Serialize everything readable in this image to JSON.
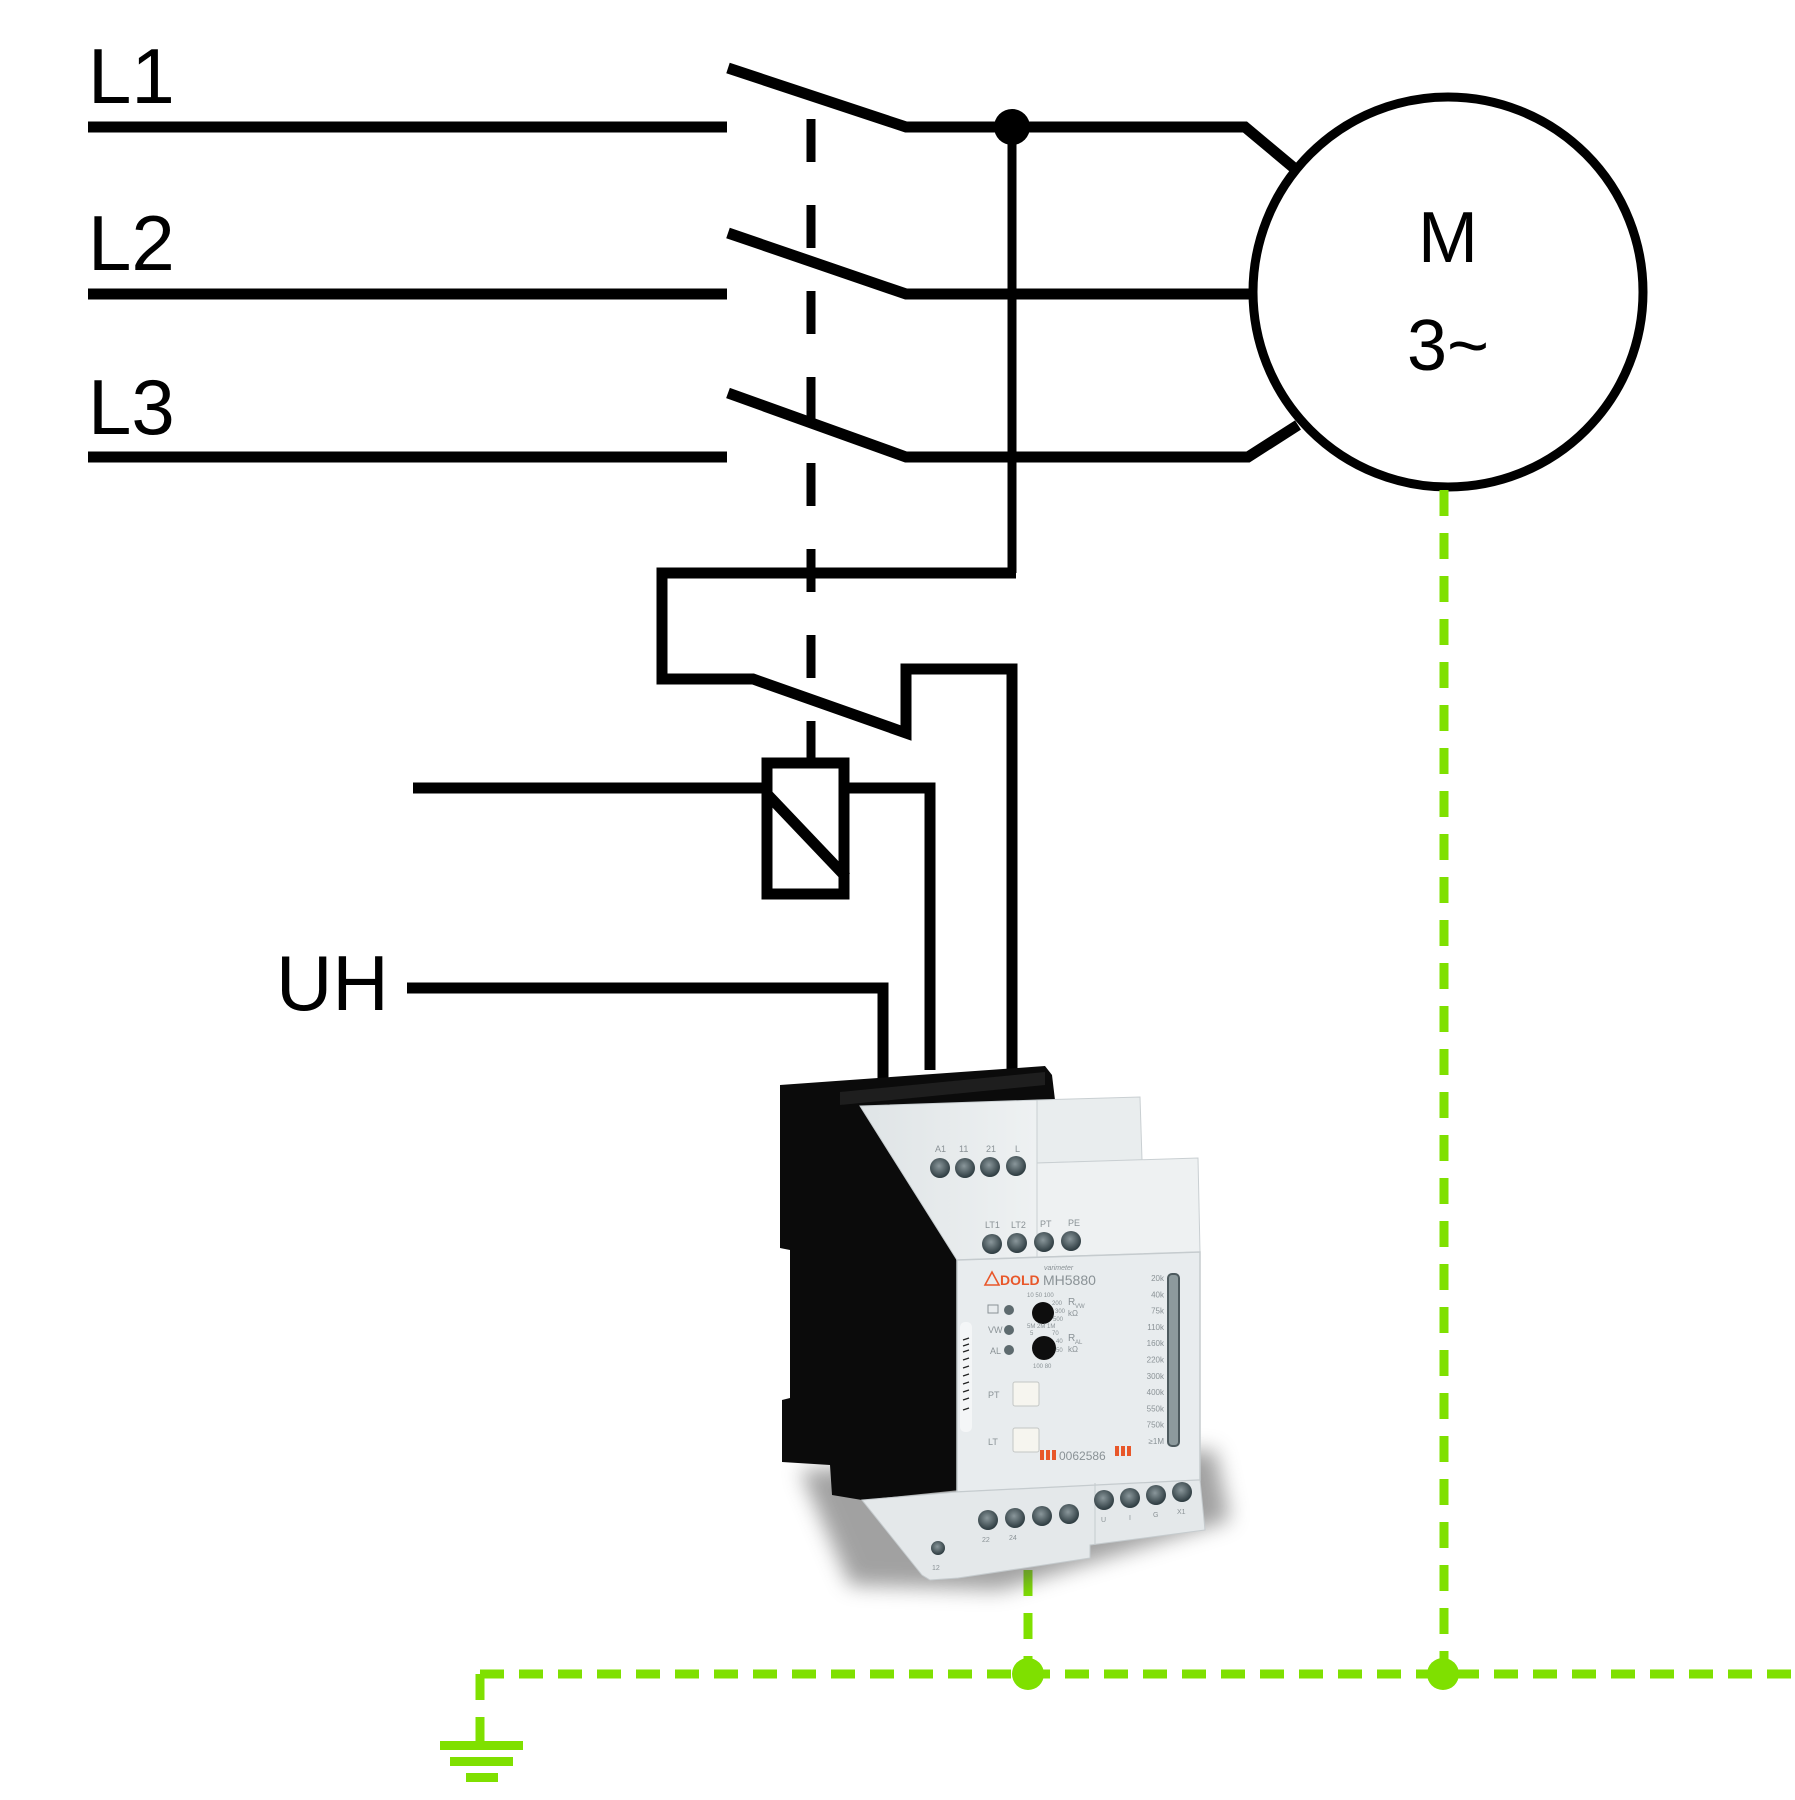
{
  "diagram": {
    "title": "Insulation monitoring circuit for 3-phase motor",
    "phase_labels": [
      "L1",
      "L2",
      "L3"
    ],
    "auxiliary_supply_label": "UH",
    "motor": {
      "label_top": "M",
      "label_bottom": "3~"
    },
    "colors": {
      "wire": "#000000",
      "protective_earth": "#7fe000",
      "brand_orange": "#e8572a",
      "device_body": "#e6eaec",
      "device_rail": "#0b0b0b"
    }
  },
  "device": {
    "brand": "DOLD",
    "series": "varimeter",
    "model": "MH5880",
    "serial": "0062586",
    "top_terminals_row1": [
      "A1",
      "11",
      "21",
      "L"
    ],
    "top_terminals_row2": [
      "LT1",
      "LT2",
      "PT",
      "PE"
    ],
    "bottom_terminals_left": [
      "12",
      "22",
      "24",
      "",
      ""
    ],
    "bottom_terminals_right": [
      "U",
      "I",
      "G",
      "X1"
    ],
    "leds": [
      "relay",
      "VW",
      "AL"
    ],
    "led_labels": {
      "vw": "VW",
      "al": "AL"
    },
    "knob_rvw": {
      "label": "R",
      "sub": "VW",
      "unit": "kΩ",
      "scale": [
        "10",
        "50",
        "100",
        "200",
        "300",
        "500"
      ]
    },
    "knob_ral": {
      "label": "R",
      "sub": "AL",
      "unit": "kΩ",
      "scale": [
        "5M",
        "2M",
        "1M",
        "5",
        "70",
        "40",
        "50",
        "100",
        "80"
      ]
    },
    "buttons": [
      "PT",
      "LT"
    ],
    "bar_scale": [
      "20k",
      "40k",
      "75k",
      "110k",
      "160k",
      "220k",
      "300k",
      "400k",
      "550k",
      "750k",
      "≥1M"
    ]
  }
}
